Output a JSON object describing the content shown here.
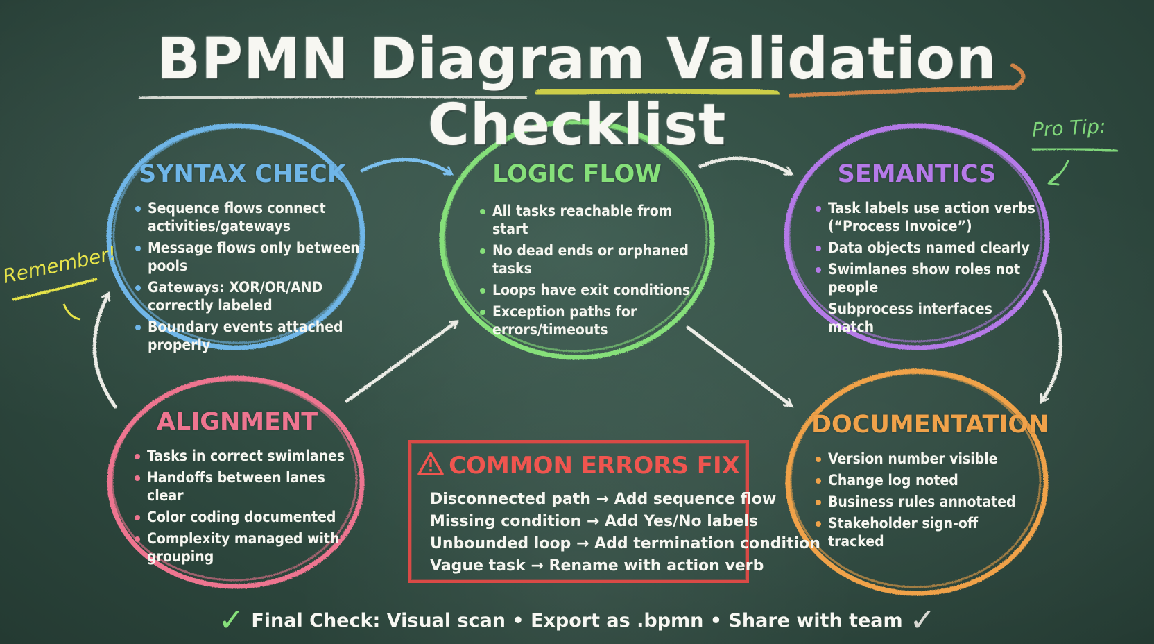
{
  "title": "BPMN Diagram Validation Checklist",
  "colors": {
    "board": "#2f4a40",
    "syntax": "#6fb6e8",
    "logic": "#86e07a",
    "semantics": "#b57ae8",
    "alignment": "#ee7590",
    "documentation": "#f0a24a",
    "errors": "#e0524e",
    "title_underline_yellow": "#e7e44a",
    "title_underline_orange": "#e08a48",
    "chalk": "#f4f4ee"
  },
  "sections": {
    "syntax": {
      "heading": "SYNTAX CHECK",
      "items": [
        "Sequence flows connect activities/gateways",
        "Message flows only between pools",
        "Gateways: XOR/OR/AND correctly labeled",
        "Boundary events attached properly"
      ]
    },
    "logic": {
      "heading": "LOGIC FLOW",
      "items": [
        "All tasks reachable from start",
        "No dead ends or orphaned tasks",
        "Loops have exit conditions",
        "Exception paths for errors/timeouts"
      ]
    },
    "semantics": {
      "heading": "SEMANTICS",
      "items": [
        "Task labels use action verbs (“Process Invoice”)",
        "Data objects named clearly",
        "Swimlanes show roles not people",
        "Subprocess interfaces match"
      ]
    },
    "alignment": {
      "heading": "ALIGNMENT",
      "items": [
        "Tasks in correct swimlanes",
        "Handoffs between lanes clear",
        "Color coding documented",
        "Complexity managed with grouping"
      ]
    },
    "documentation": {
      "heading": "DOCUMENTATION",
      "items": [
        "Version number visible",
        "Change log noted",
        "Business rules annotated",
        "Stakeholder sign-off tracked"
      ]
    }
  },
  "errors": {
    "icon": "warning-icon",
    "title": "COMMON ERRORS FIX",
    "items": [
      "Disconnected path → Add sequence flow",
      "Missing condition → Add Yes/No labels",
      "Unbounded loop → Add termination condition",
      "Vague task → Rename with action verb"
    ]
  },
  "notes": {
    "remember": "Remember!",
    "pro_tip": "Pro Tip:"
  },
  "footer": {
    "check_icon": "checkmark-icon",
    "text": "Final Check: Visual scan • Export as .bpmn • Share with team"
  }
}
